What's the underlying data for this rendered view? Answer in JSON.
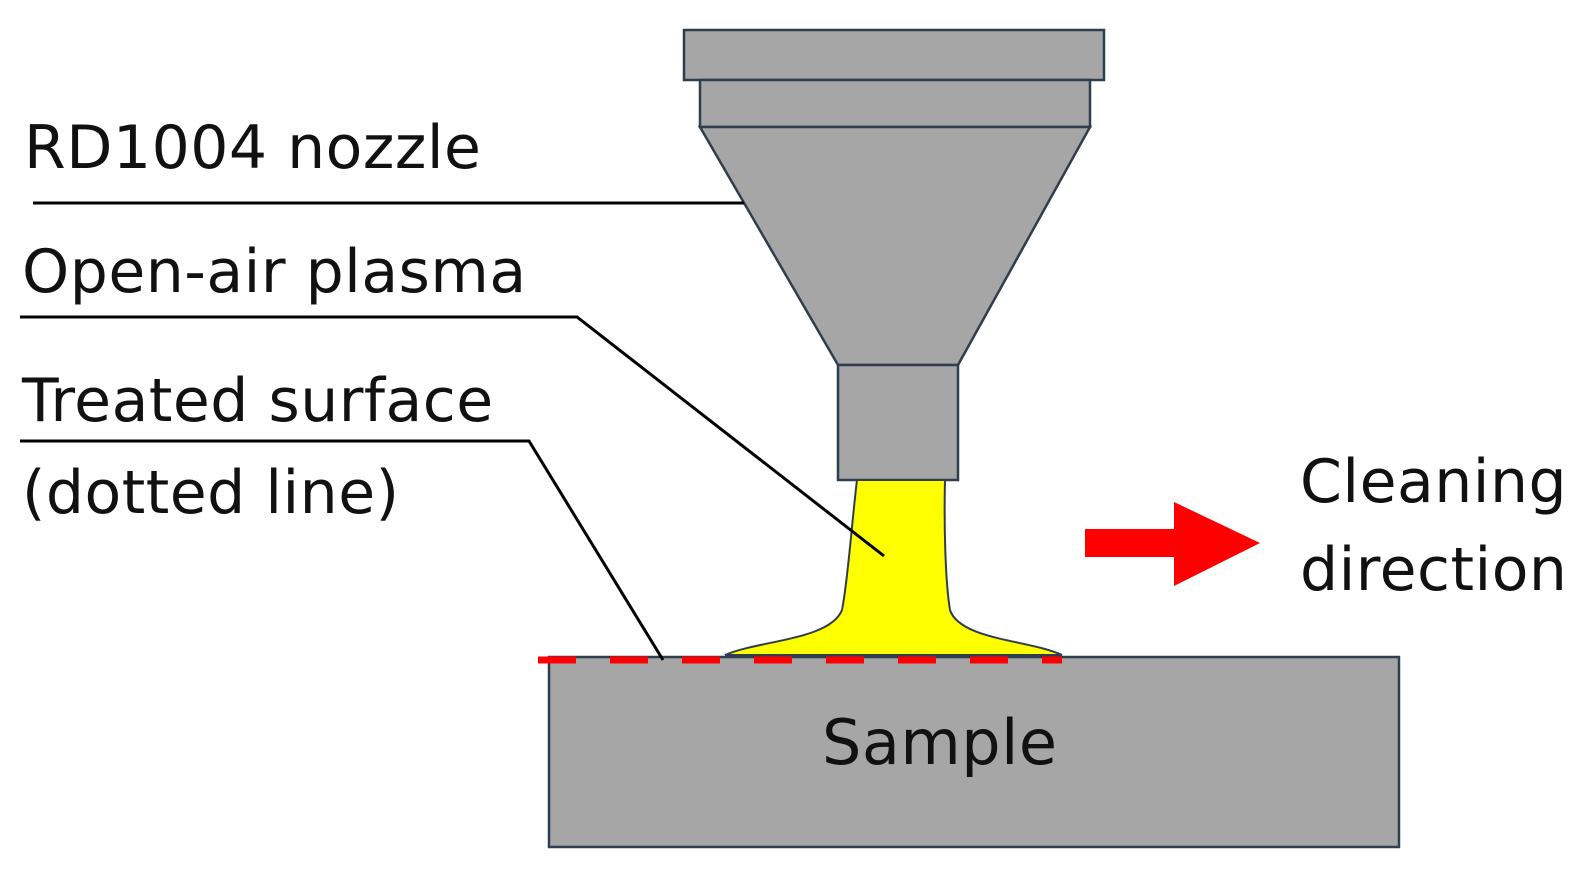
{
  "labels": {
    "nozzle": "RD1004 nozzle",
    "plasma": "Open-air plasma",
    "treated_line1": "Treated surface",
    "treated_line2": "(dotted line)",
    "cleaning_line1": "Cleaning",
    "cleaning_line2": "direction",
    "sample": "Sample"
  },
  "colors": {
    "nozzle_fill": "#a6a6a6",
    "nozzle_stroke": "#2f3e4e",
    "plasma_fill": "#ffff00",
    "arrow": "#ff0000",
    "treated_line": "#ff0000",
    "sample_fill": "#a6a6a6",
    "leader_line": "#000000"
  }
}
